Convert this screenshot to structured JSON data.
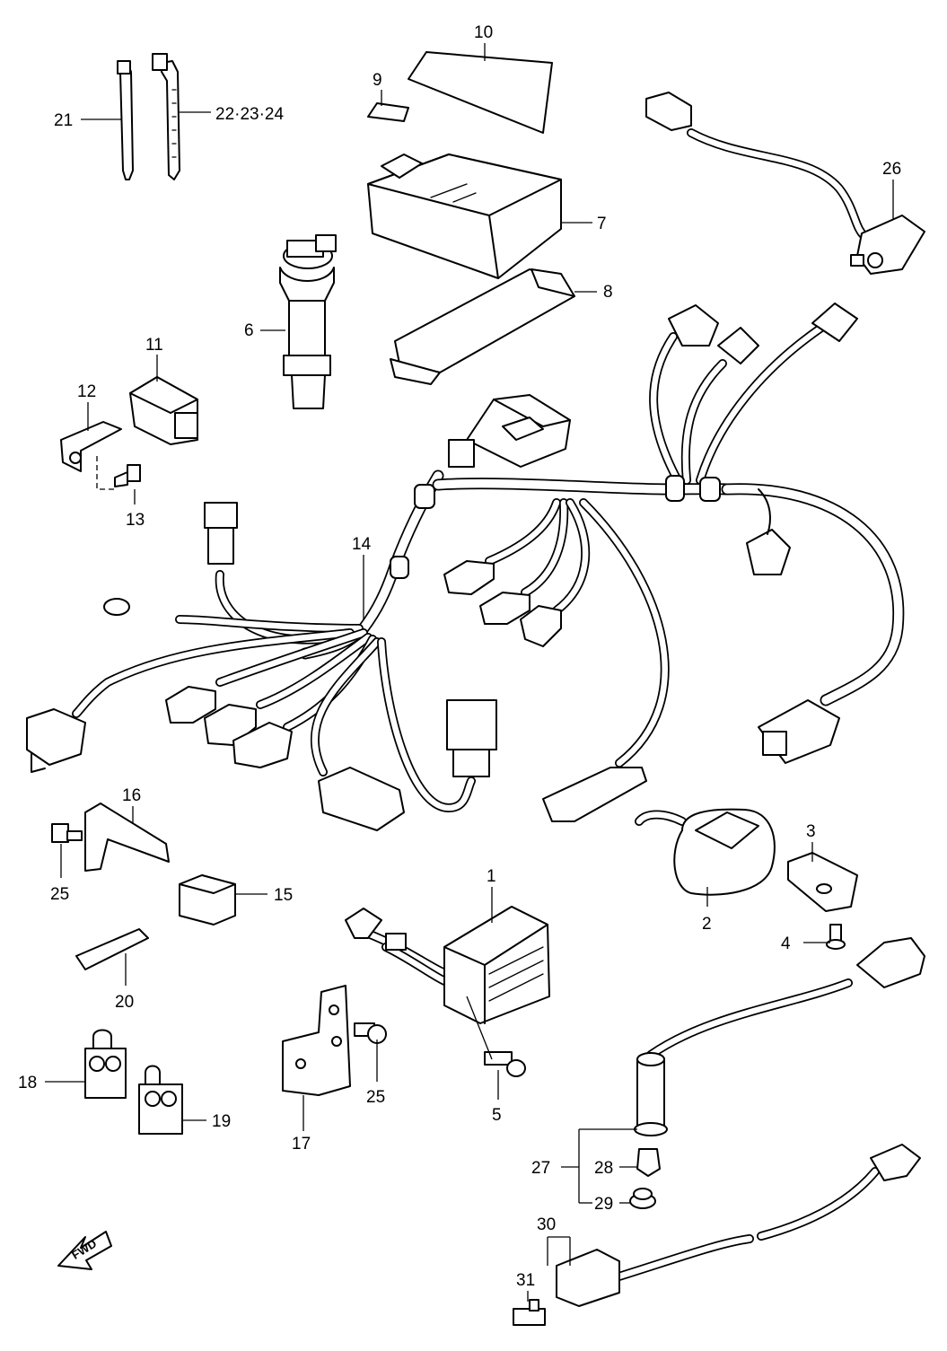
{
  "labels": {
    "p1": "1",
    "p2": "2",
    "p3": "3",
    "p4": "4",
    "p5": "5",
    "p6": "6",
    "p7": "7",
    "p8": "8",
    "p9": "9",
    "p10": "10",
    "p11": "11",
    "p12": "12",
    "p13": "13",
    "p14": "14",
    "p15": "15",
    "p16": "16",
    "p17": "17",
    "p18": "18",
    "p19": "19",
    "p20": "20",
    "p21": "21",
    "p22_23_24": "22·23·24",
    "p25a": "25",
    "p25b": "25",
    "p26": "26",
    "p27": "27",
    "p28": "28",
    "p29": "29",
    "p30": "30",
    "p31": "31"
  },
  "fwd_arrow": {
    "text": "FWD",
    "icon": "forward-direction-arrow-icon"
  }
}
